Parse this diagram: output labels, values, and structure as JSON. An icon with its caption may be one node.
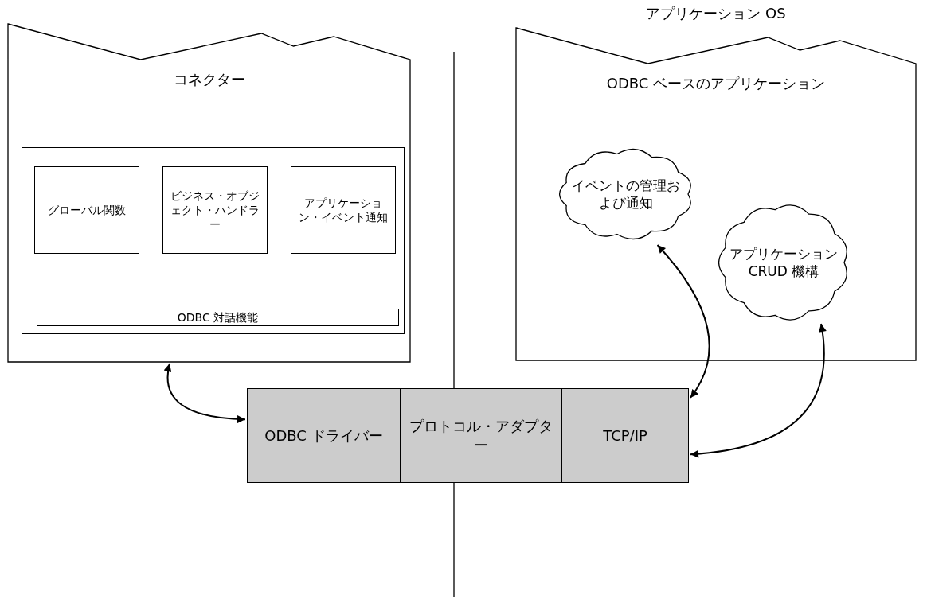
{
  "diagram": {
    "nodes": [
      {
        "text": [
          "コネクター"
        ]
      },
      {
        "text": [],
        "shape": "box",
        "in": 0
      },
      {
        "text": [
          "グローバル関数"
        ],
        "in": 1
      },
      {
        "text": [
          "ビジネス・オブジェクト・ハンドラー"
        ],
        "in": 1
      },
      {
        "text": [
          "アプリケーション・イベント通知"
        ],
        "in": 1
      },
      {
        "text": [
          "ODBC 対話機能"
        ],
        "in": 1
      },
      {
        "text": [
          "アプリケーション OS",
          "ODBC ベースのアプリケーション"
        ]
      },
      {
        "text": [
          "イベントの管理および通知"
        ],
        "in": 6
      },
      {
        "text": [
          "アプリケーション CRUD 機構"
        ],
        "in": 6
      },
      {
        "text": [
          "ODBC ドライバー"
        ]
      },
      {
        "text": [
          "プロトコル・アダプター"
        ]
      },
      {
        "text": [
          "TCP/IP"
        ]
      }
    ],
    "edges": [
      {
        "from": 0,
        "to": 9,
        "arrow": "both"
      },
      {
        "from": 7,
        "to": 11,
        "arrow": "both"
      },
      {
        "from": 8,
        "to": 11,
        "arrow": "both"
      }
    ]
  }
}
